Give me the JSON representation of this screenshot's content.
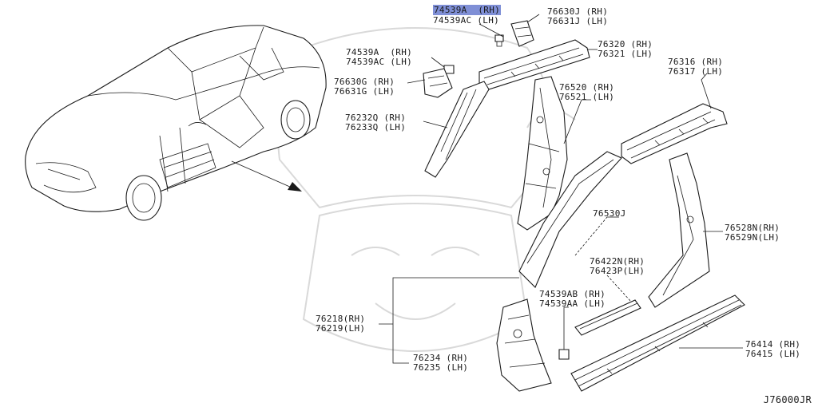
{
  "labels": {
    "p74539a_top": "74539A  (RH)",
    "p74539ac_top": "74539AC (LH)",
    "p76630j": "76630J (RH)",
    "p76631j": "76631J (LH)",
    "p74539a_mid": "74539A  (RH)",
    "p74539ac_mid": "74539AC (LH)",
    "p76320": "76320 (RH)",
    "p76321": "76321 (LH)",
    "p76630g": "76630G (RH)",
    "p76631g": "76631G (LH)",
    "p76316": "76316 (RH)",
    "p76317": "76317 (LH)",
    "p76520": "76520 (RH)",
    "p76521": "76521 (LH)",
    "p76232q": "76232Q (RH)",
    "p76233q": "76233Q (LH)",
    "p76530j": "76530J",
    "p76528n": "76528N(RH)",
    "p76529n": "76529N(LH)",
    "p76422n": "76422N(RH)",
    "p76423p": "76423P(LH)",
    "p74539ab": "74539AB (RH)",
    "p74539aa": "74539AA (LH)",
    "p76218": "76218(RH)",
    "p76219": "76219(LH)",
    "p76234": "76234 (RH)",
    "p76235": "76235 (LH)",
    "p76414": "76414 (RH)",
    "p76415": "76415 (LH)"
  },
  "diagram_code": "J76000JR"
}
